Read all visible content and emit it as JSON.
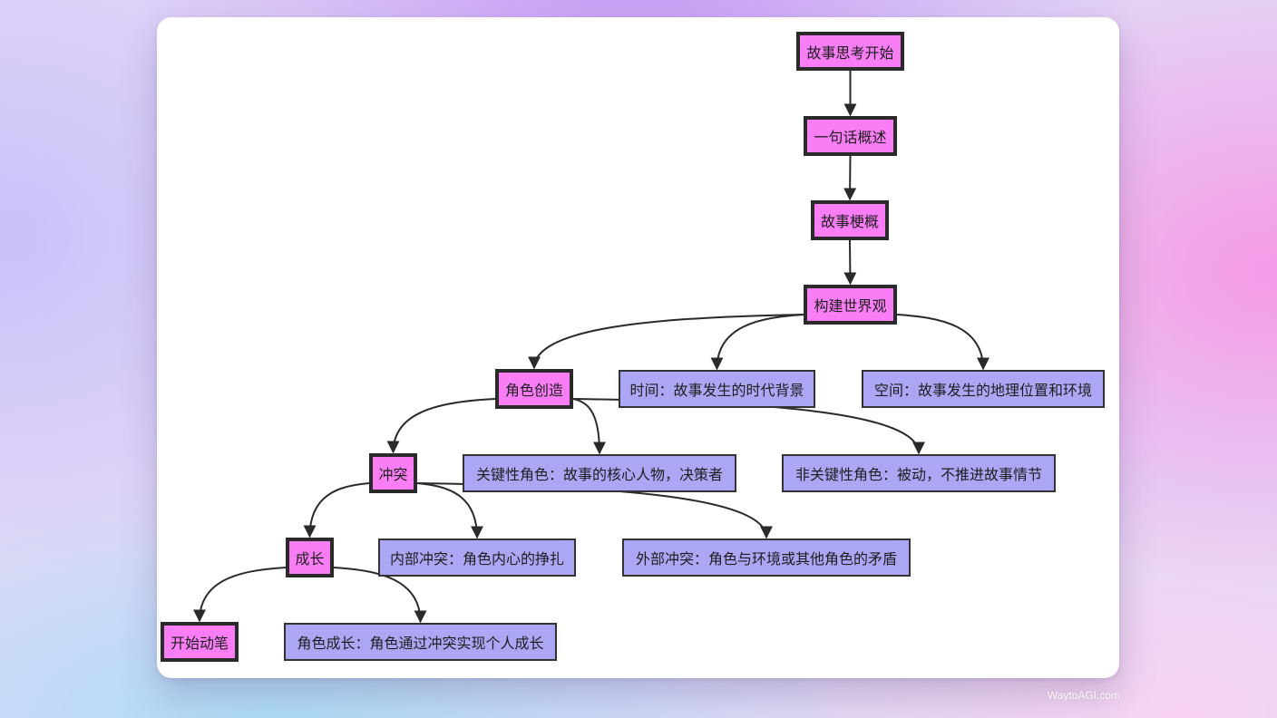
{
  "nodes": {
    "start_thinking": "故事思考开始",
    "one_sentence": "一句话概述",
    "synopsis": "故事梗概",
    "world_building": "构建世界观",
    "time": "时间：故事发生的时代背景",
    "space": "空间：故事发生的地理位置和环境",
    "character_creation": "角色创造",
    "key_characters": "关键性角色：故事的核心人物，决策者",
    "non_key_characters": "非关键性角色：被动，不推进故事情节",
    "conflict": "冲突",
    "internal_conflict": "内部冲突：角色内心的挣扎",
    "external_conflict": "外部冲突：角色与环境或其他角色的矛盾",
    "growth": "成长",
    "character_growth": "角色成长：角色通过冲突实现个人成长",
    "start_writing": "开始动笔"
  },
  "edges": [
    [
      "start_thinking",
      "one_sentence"
    ],
    [
      "one_sentence",
      "synopsis"
    ],
    [
      "synopsis",
      "world_building"
    ],
    [
      "world_building",
      "character_creation"
    ],
    [
      "world_building",
      "time"
    ],
    [
      "world_building",
      "space"
    ],
    [
      "character_creation",
      "conflict"
    ],
    [
      "character_creation",
      "key_characters"
    ],
    [
      "character_creation",
      "non_key_characters"
    ],
    [
      "conflict",
      "growth"
    ],
    [
      "conflict",
      "internal_conflict"
    ],
    [
      "conflict",
      "external_conflict"
    ],
    [
      "growth",
      "start_writing"
    ],
    [
      "growth",
      "character_growth"
    ]
  ],
  "colors": {
    "main_node_fill": "#f97ef5",
    "detail_node_fill": "#aba7f4",
    "edge": "#2a2a2a"
  },
  "watermark": "WaytoAGI.com"
}
